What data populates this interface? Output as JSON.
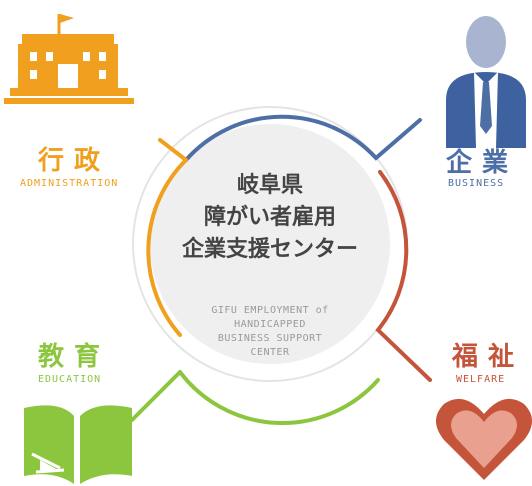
{
  "center": {
    "title_lines": [
      "岐阜県",
      "障がい者雇用",
      "企業支援センター"
    ],
    "subtitle_lines": [
      "GIFU EMPLOYMENT of",
      "HANDICAPPED",
      "BUSINESS SUPPORT",
      "CENTER"
    ]
  },
  "sectors": {
    "administration": {
      "jp": "行政",
      "en": "ADMINISTRATION",
      "color": "#F0A01E",
      "icon": "government-building-icon"
    },
    "business": {
      "jp": "企業",
      "en": "BUSINESS",
      "color": "#4E6FA5",
      "icon": "businessman-icon"
    },
    "education": {
      "jp": "教育",
      "en": "EDUCATION",
      "color": "#8CC63F",
      "icon": "open-book-icon"
    },
    "welfare": {
      "jp": "福祉",
      "en": "WELFARE",
      "color": "#C4543A",
      "icon": "heart-icon"
    }
  }
}
